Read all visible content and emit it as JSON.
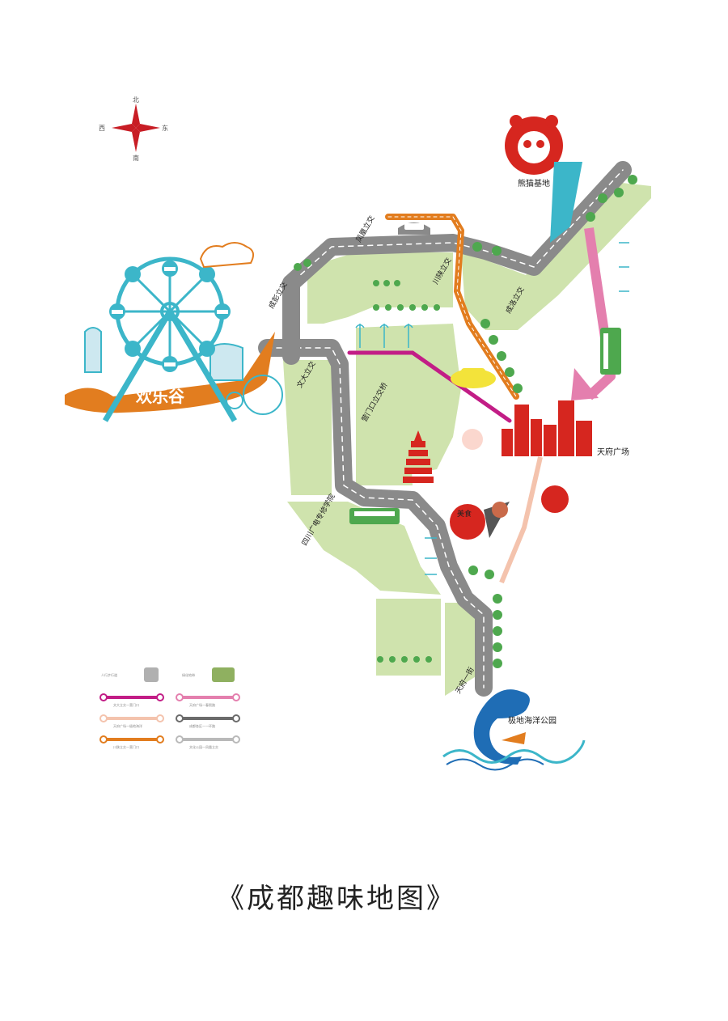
{
  "title": "《成都趣味地图》",
  "compass": {
    "north": "北",
    "south": "南",
    "east": "东",
    "west": "西"
  },
  "places": {
    "panda_base": "熊猫基地",
    "happy_valley": "欢乐谷",
    "tianfu_square": "天府广场",
    "ocean_park": "极地海洋公园"
  },
  "roads": {
    "chengpeng": "成彭立交",
    "fengxian": "凤凰立交",
    "chuanshan": "川陕立交",
    "chengluo": "成洛立交",
    "wenda": "文大立交",
    "ximenkou": "营门口立交桥",
    "sichuan": "四川广电专修学院",
    "tianfu_one": "天府一街",
    "restaurant": "美食"
  },
  "legend": {
    "items": [
      {
        "label": "人行步行道",
        "color": "#b0b0b0"
      },
      {
        "label": "绿化地带",
        "color": "#8fb060"
      },
      {
        "label": "文大立交—营门口",
        "color": "#c21d86"
      },
      {
        "label": "天府广场—春熙路",
        "color": "#e47fae"
      },
      {
        "label": "天府广场—极地海洋",
        "color": "#f4c3ad"
      },
      {
        "label": "成都各区—一环路",
        "color": "#6b6b6b"
      },
      {
        "label": "川陕立交—营门口",
        "color": "#e27d1f"
      },
      {
        "label": "文化公园—凤凰立交",
        "color": "#b9b9b9"
      }
    ]
  },
  "colors": {
    "road": "#8a8a8a",
    "green": "#cfe3ad",
    "orange": "#e27d1f",
    "magenta": "#c21d86",
    "pink": "#e47fae",
    "peach": "#f4c3ad",
    "teal": "#3cb6c9",
    "red": "#d6261f",
    "blue": "#1f6db5"
  }
}
